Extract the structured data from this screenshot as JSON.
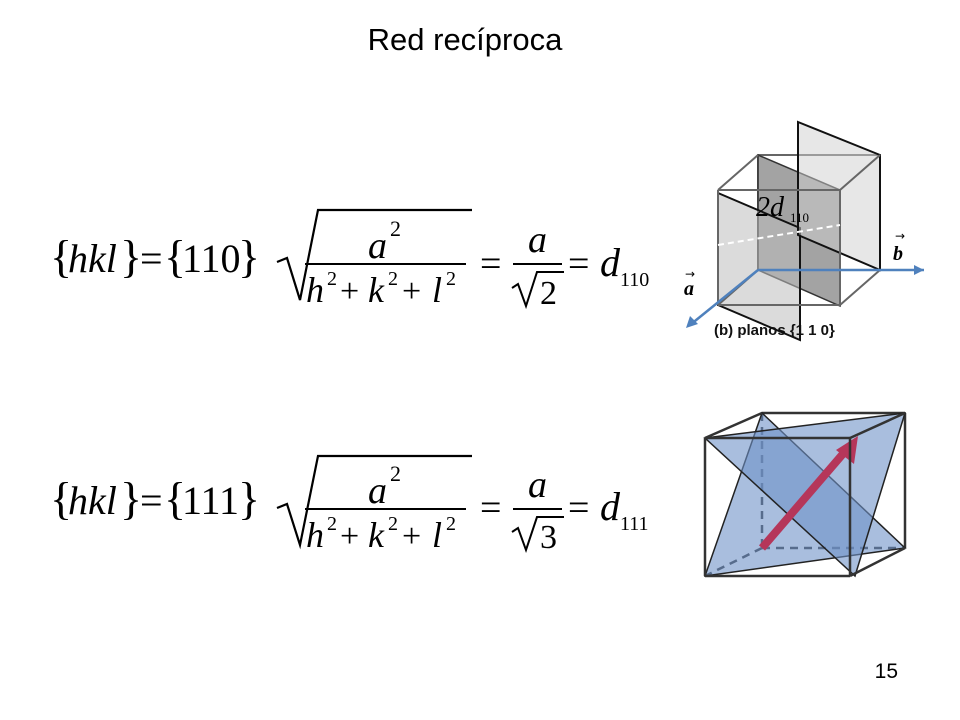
{
  "title": "Red recíproca",
  "page_number": "15",
  "equations": [
    {
      "family": "{hkl} = {110}",
      "lhs_letters": "hkl",
      "lhs_indices": "110",
      "numerator": "a",
      "numerator_exp": "2",
      "denominator_terms": [
        "h",
        "k",
        "l"
      ],
      "denominator_exp": "2",
      "simplified_num": "a",
      "sqrt_of": "2",
      "result_symbol": "d",
      "result_subscript": "110"
    },
    {
      "family": "{hkl} = {111}",
      "lhs_letters": "hkl",
      "lhs_indices": "111",
      "numerator": "a",
      "numerator_exp": "2",
      "denominator_terms": [
        "h",
        "k",
        "l"
      ],
      "denominator_exp": "2",
      "simplified_num": "a",
      "sqrt_of": "3",
      "result_symbol": "d",
      "result_subscript": "111"
    }
  ],
  "figure_110": {
    "caption": "(b)   planos {1 1 0}",
    "spacing_label": "2d",
    "spacing_subscript": "110",
    "axis_a": "a",
    "axis_b": "b",
    "plane_color": "#9e9e9e",
    "axis_color": "#4f81bd"
  },
  "figure_111": {
    "plane_color": "#6f93c8",
    "arrow_color": "#b5365a"
  }
}
